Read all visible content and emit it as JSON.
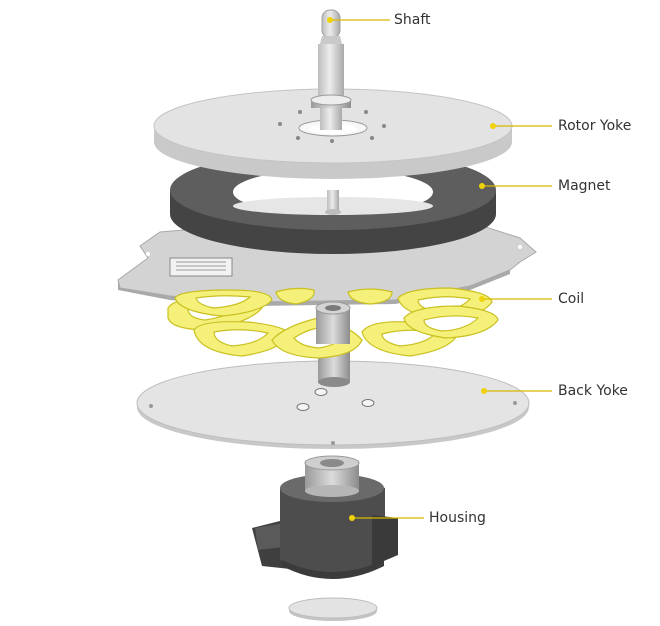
{
  "labels": {
    "shaft": "Shaft",
    "rotor_yoke": "Rotor Yoke",
    "magnet": "Magnet",
    "coil": "Coil",
    "back_yoke": "Back Yoke",
    "housing": "Housing"
  },
  "colors": {
    "callout_dot": "#f0d20a",
    "callout_line": "#d6b800",
    "coil_fill": "#f4f07a",
    "coil_stroke": "#c9c020",
    "plate_fill": "#e0e0e0",
    "plate_edge": "#bdbdbd",
    "magnet_fill": "#5e5e5e",
    "housing_fill": "#4f4f4f",
    "text": "#333333"
  }
}
